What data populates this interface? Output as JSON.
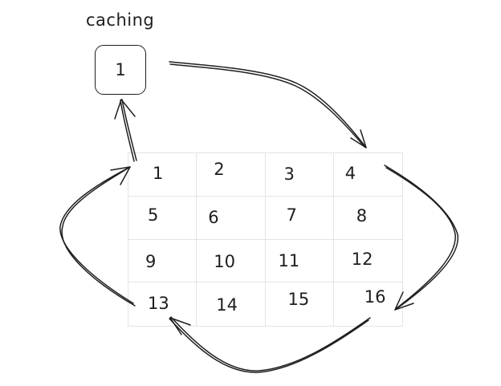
{
  "cache": {
    "label": "caching",
    "value": "1"
  },
  "grid": {
    "cells": [
      "1",
      "2",
      "3",
      "4",
      "5",
      "6",
      "7",
      "8",
      "9",
      "10",
      "11",
      "12",
      "13",
      "14",
      "15",
      "16"
    ]
  }
}
